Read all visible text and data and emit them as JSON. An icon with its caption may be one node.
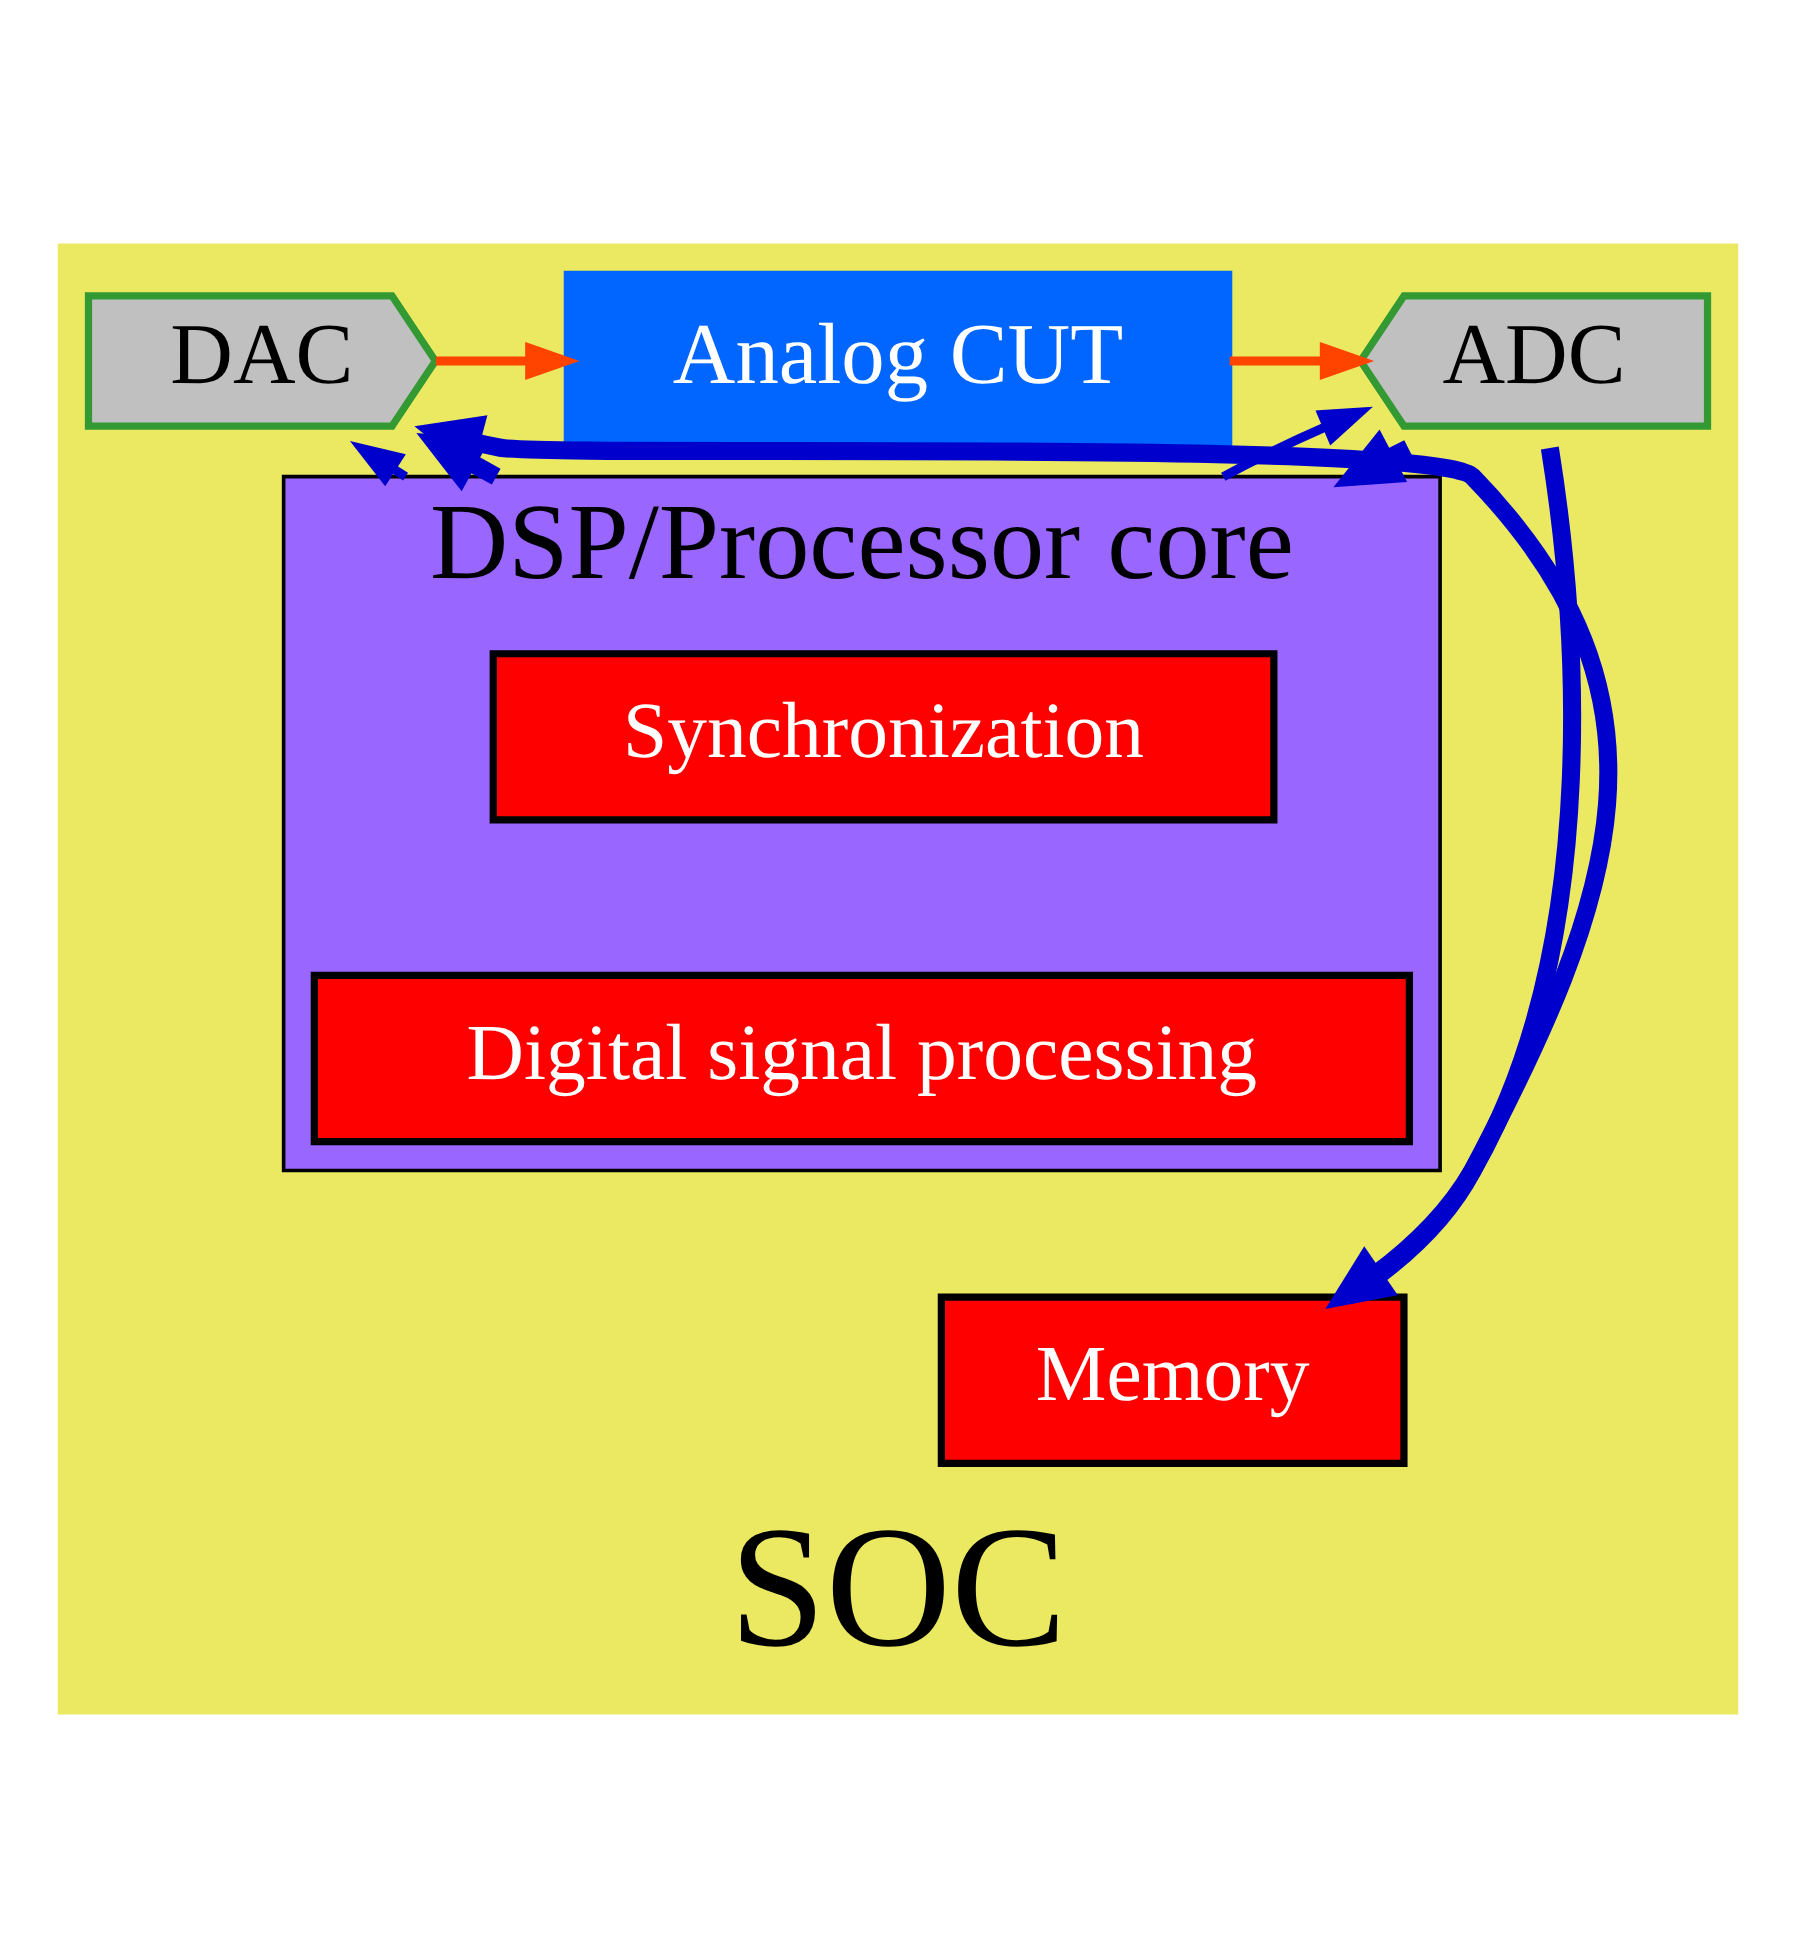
{
  "diagram": {
    "nodes": [
      {
        "text": [
          "SOC"
        ]
      },
      {
        "text": [
          "DAC"
        ],
        "in": 0
      },
      {
        "text": [
          "Analog CUT"
        ],
        "in": 0
      },
      {
        "text": [
          "ADC"
        ],
        "in": 0
      },
      {
        "text": [
          "DSP/Processor core"
        ],
        "in": 0
      },
      {
        "text": [
          "Synchronization"
        ],
        "in": 4
      },
      {
        "text": [
          "Digital signal processing"
        ],
        "in": 4
      },
      {
        "text": [
          "Memory"
        ],
        "in": 0
      }
    ],
    "edges": [
      {
        "from": 1,
        "to": 2,
        "arrow": "to",
        "color": "#ff4400"
      },
      {
        "from": 2,
        "to": 3,
        "arrow": "to",
        "color": "#ff4400"
      },
      {
        "from": 4,
        "to": 1,
        "arrow": "to"
      },
      {
        "from": 4,
        "to": 3,
        "arrow": "to"
      },
      {
        "from": 4,
        "to": 1,
        "arrow": "to",
        "style": "thick"
      },
      {
        "from": 7,
        "to": 1,
        "arrow": "to",
        "style": "thick"
      },
      {
        "from": 3,
        "to": 4,
        "arrow": "to",
        "style": "thick"
      },
      {
        "from": 3,
        "to": 7,
        "arrow": "to",
        "style": "thick"
      }
    ]
  }
}
